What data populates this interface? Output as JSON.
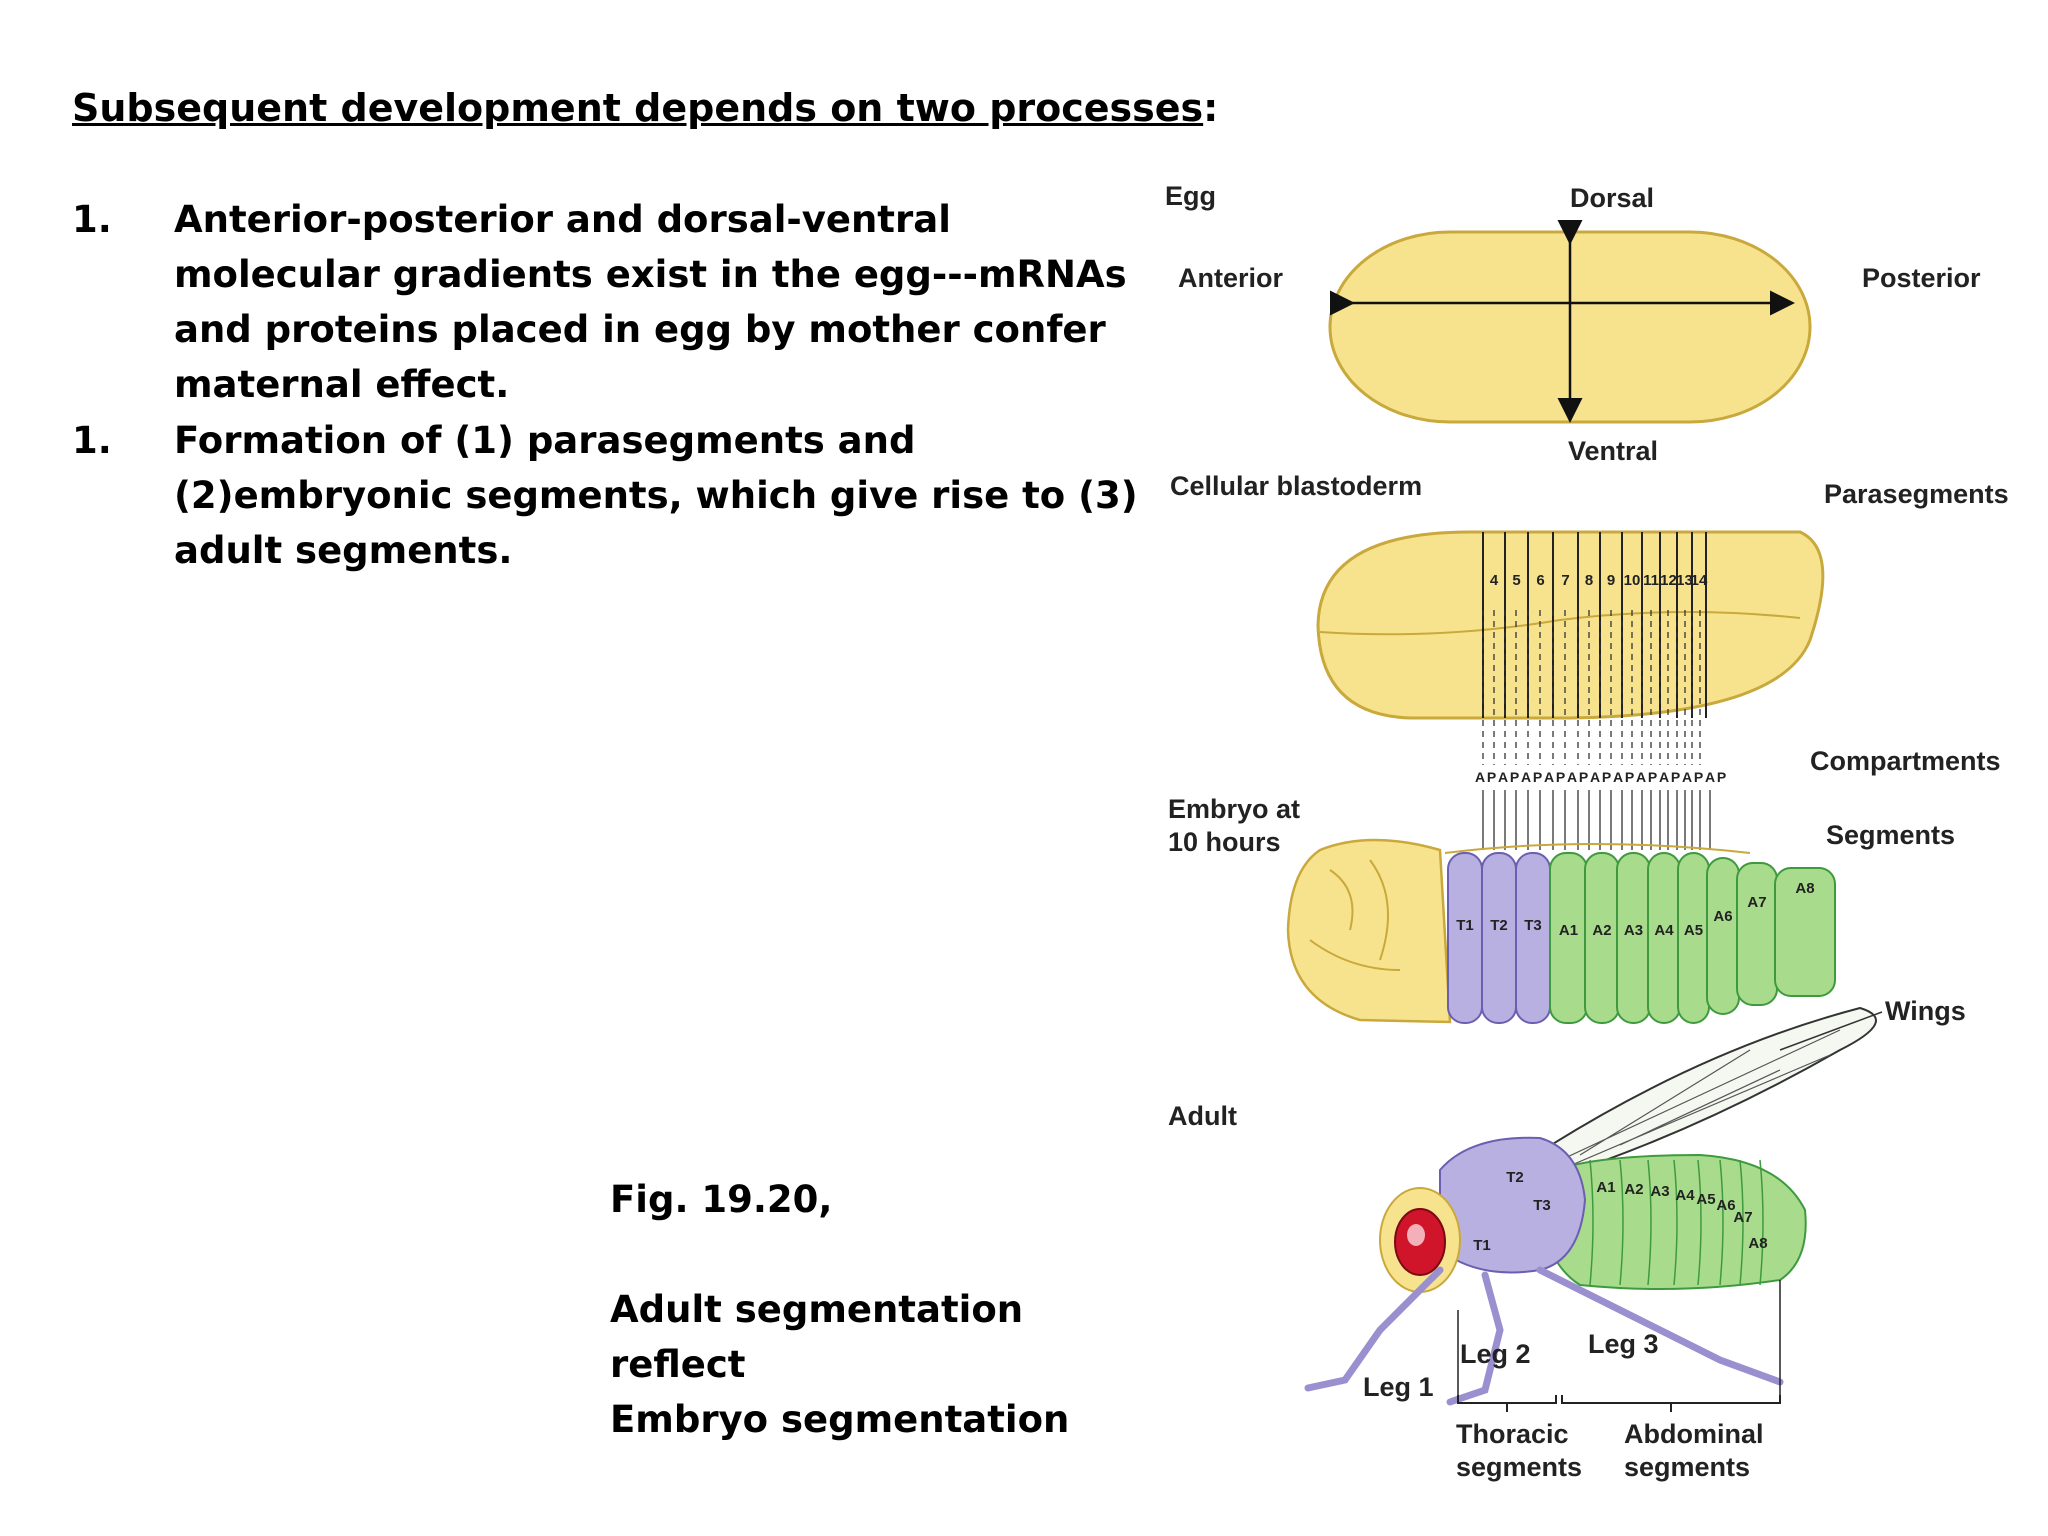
{
  "slide": {
    "heading_underlined": "Subsequent development depends on two processes",
    "heading_colon": ":",
    "items": [
      {
        "number": "1.",
        "text": "Anterior-posterior and dorsal-ventral molecular gradients exist in the egg---mRNAs and proteins placed in egg by mother confer maternal effect."
      },
      {
        "number": "1.",
        "text": "Formation of (1) parasegments  and (2)embryonic segments, which give rise to (3) adult segments."
      }
    ],
    "caption_fig": "Fig. 19.20,",
    "caption_line1": "Adult segmentation reflect",
    "caption_line2": "Embryo segmentation"
  },
  "diagram": {
    "egg": {
      "label": "Egg",
      "dorsal": "Dorsal",
      "ventral": "Ventral",
      "anterior": "Anterior",
      "posterior": "Posterior"
    },
    "blastoderm": {
      "label": "Cellular blastoderm",
      "parasegments_label": "Parasegments",
      "parasegment_numbers": [
        "4",
        "5",
        "6",
        "7",
        "8",
        "9",
        "10",
        "11",
        "12",
        "13",
        "14"
      ],
      "compartments_label": "Compartments",
      "compartments": [
        "A",
        "P",
        "A",
        "P",
        "A",
        "P",
        "A",
        "P",
        "A",
        "P",
        "A",
        "P",
        "A",
        "P",
        "A",
        "P",
        "A",
        "P",
        "A",
        "P",
        "A",
        "P"
      ]
    },
    "embryo": {
      "label_line1": "Embryo at",
      "label_line2": "10 hours",
      "segments_label": "Segments",
      "thoracic": [
        "T1",
        "T2",
        "T3"
      ],
      "abdominal": [
        "A1",
        "A2",
        "A3",
        "A4",
        "A5",
        "A6",
        "A7",
        "A8"
      ]
    },
    "adult": {
      "label": "Adult",
      "wings_label": "Wings",
      "thoracic": [
        "T1",
        "T2",
        "T3"
      ],
      "abdominal": [
        "A1",
        "A2",
        "A3",
        "A4",
        "A5",
        "A6",
        "A7",
        "A8"
      ],
      "leg1": "Leg 1",
      "leg2": "Leg 2",
      "leg3": "Leg 3",
      "thoracic_segments_line1": "Thoracic",
      "thoracic_segments_line2": "segments",
      "abdominal_segments_line1": "Abdominal",
      "abdominal_segments_line2": "segments"
    },
    "colors": {
      "egg_fill": "#f7e38e",
      "egg_stroke": "#c9a83c",
      "thoracic_fill": "#b8b0e0",
      "abdominal_fill": "#a8dc8c",
      "eye": "#d0142a"
    }
  }
}
